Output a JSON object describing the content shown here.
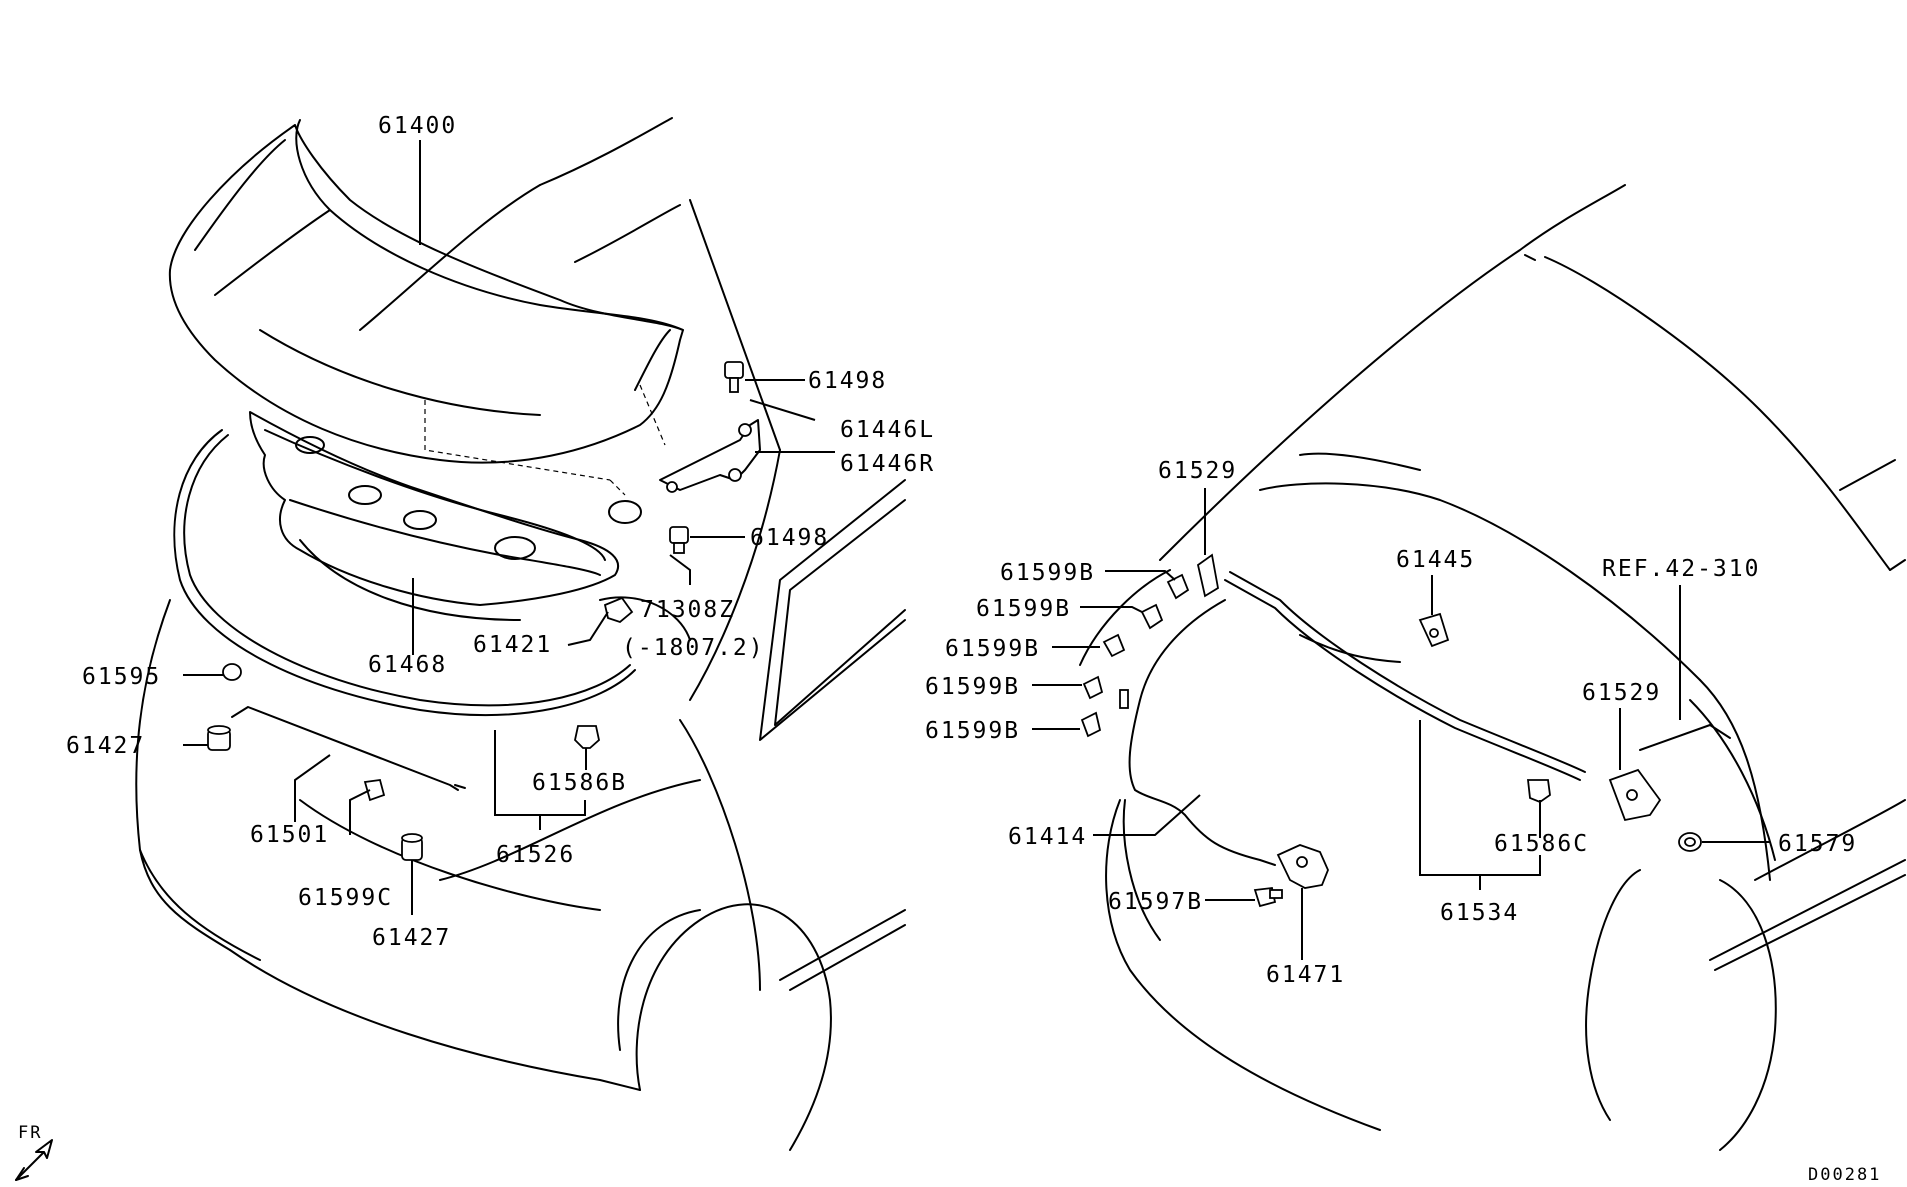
{
  "labels": {
    "p61400": "61400",
    "p61498a": "61498",
    "p61446L": "61446L",
    "p61446R": "61446R",
    "p61498b": "61498",
    "p71308Z": "71308Z",
    "p71308Z_note": "(-1807.2)",
    "p61421": "61421",
    "p61468": "61468",
    "p61595": "61595",
    "p61427a": "61427",
    "p61501": "61501",
    "p61599C": "61599C",
    "p61427b": "61427",
    "p61586B": "61586B",
    "p61526": "61526",
    "p61529a": "61529",
    "p61599B_1": "61599B",
    "p61599B_2": "61599B",
    "p61599B_3": "61599B",
    "p61599B_4": "61599B",
    "p61599B_5": "61599B",
    "p61445": "61445",
    "pREF": "REF.42-310",
    "p61529b": "61529",
    "p61586C": "61586C",
    "p61579": "61579",
    "p61414": "61414",
    "p61597B": "61597B",
    "p61471": "61471",
    "p61534": "61534",
    "fr": "FR",
    "code": "D00281"
  }
}
